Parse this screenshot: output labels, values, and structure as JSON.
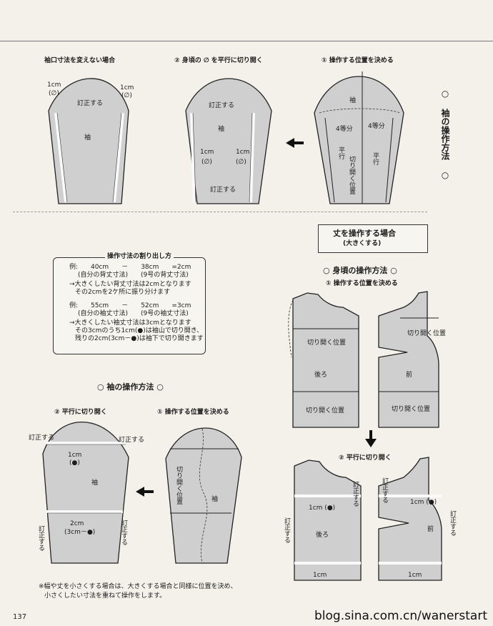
{
  "header": {
    "title": "丈を操作する場合"
  },
  "top_section": {
    "title_vertical": "○ 袖の操作方法 ○",
    "caption_a": "袖口寸法を変えない場合",
    "caption_b": "② 身頃の ∅ を平行に切り開く",
    "caption_c": "① 操作する位置を決める",
    "sleeve_label": "袖",
    "teisei": "訂正する",
    "one_cm": "1cm",
    "phi": "(∅)",
    "four_parts": "4等分",
    "heikou": "平行",
    "kiri_hiraku_ichi": "切り開く位置"
  },
  "calc_box": {
    "title": "操作寸法の割り出し方",
    "line1": "例:　　40cm　　－　　38cm　　=2cm",
    "line2": "(自分の背丈寸法)　　(9号の背丈寸法)",
    "line3": "→大きくしたい背丈寸法は2cmとなります",
    "line4": "その2cmを2ケ所に振り分けます",
    "line5": "例:　　55cm　　－　　52cm　　=3cm",
    "line6": "(自分の袖丈寸法)　　(9号の袖丈寸法)",
    "line7": "→大きくしたい袖丈寸法は3cmとなります",
    "line8": "その3cmのうち1cm(●)は袖山で切り開き、",
    "line9": "残りの2cm(3cm－●)は袖下で切り開きます"
  },
  "length_section": {
    "box_title": "丈を操作する場合",
    "box_sub": "(大きくする)",
    "body_title": "○ 身頃の操作方法 ○",
    "step1": "① 操作する位置を決める",
    "step2": "② 平行に切り開く",
    "back": "後ろ",
    "front": "前",
    "kiri_hiraku_ichi": "切り開く位置",
    "teisei_vert": "訂正する",
    "one_cm": "1cm",
    "one_cm_dot": "1cm (●)"
  },
  "sleeve_section": {
    "title": "○ 袖の操作方法 ○",
    "step2": "② 平行に切り開く",
    "step1": "① 操作する位置を決める",
    "sleeve_label": "袖",
    "teisei": "訂正する",
    "one_cm": "1cm",
    "dot": "(●)",
    "two_cm": "2cm",
    "three_minus": "(3cm－●)",
    "kiri_hiraku_ichi": "切り開く位置"
  },
  "note": {
    "line1": "※幅や丈を小さくする場合は、大きくする場合と同様に位置を決め、",
    "line2": "小さくしたい寸法を重ねて操作をします。"
  },
  "footer": {
    "page_number": "137",
    "watermark": "blog.sina.com.cn/wanerstart"
  }
}
